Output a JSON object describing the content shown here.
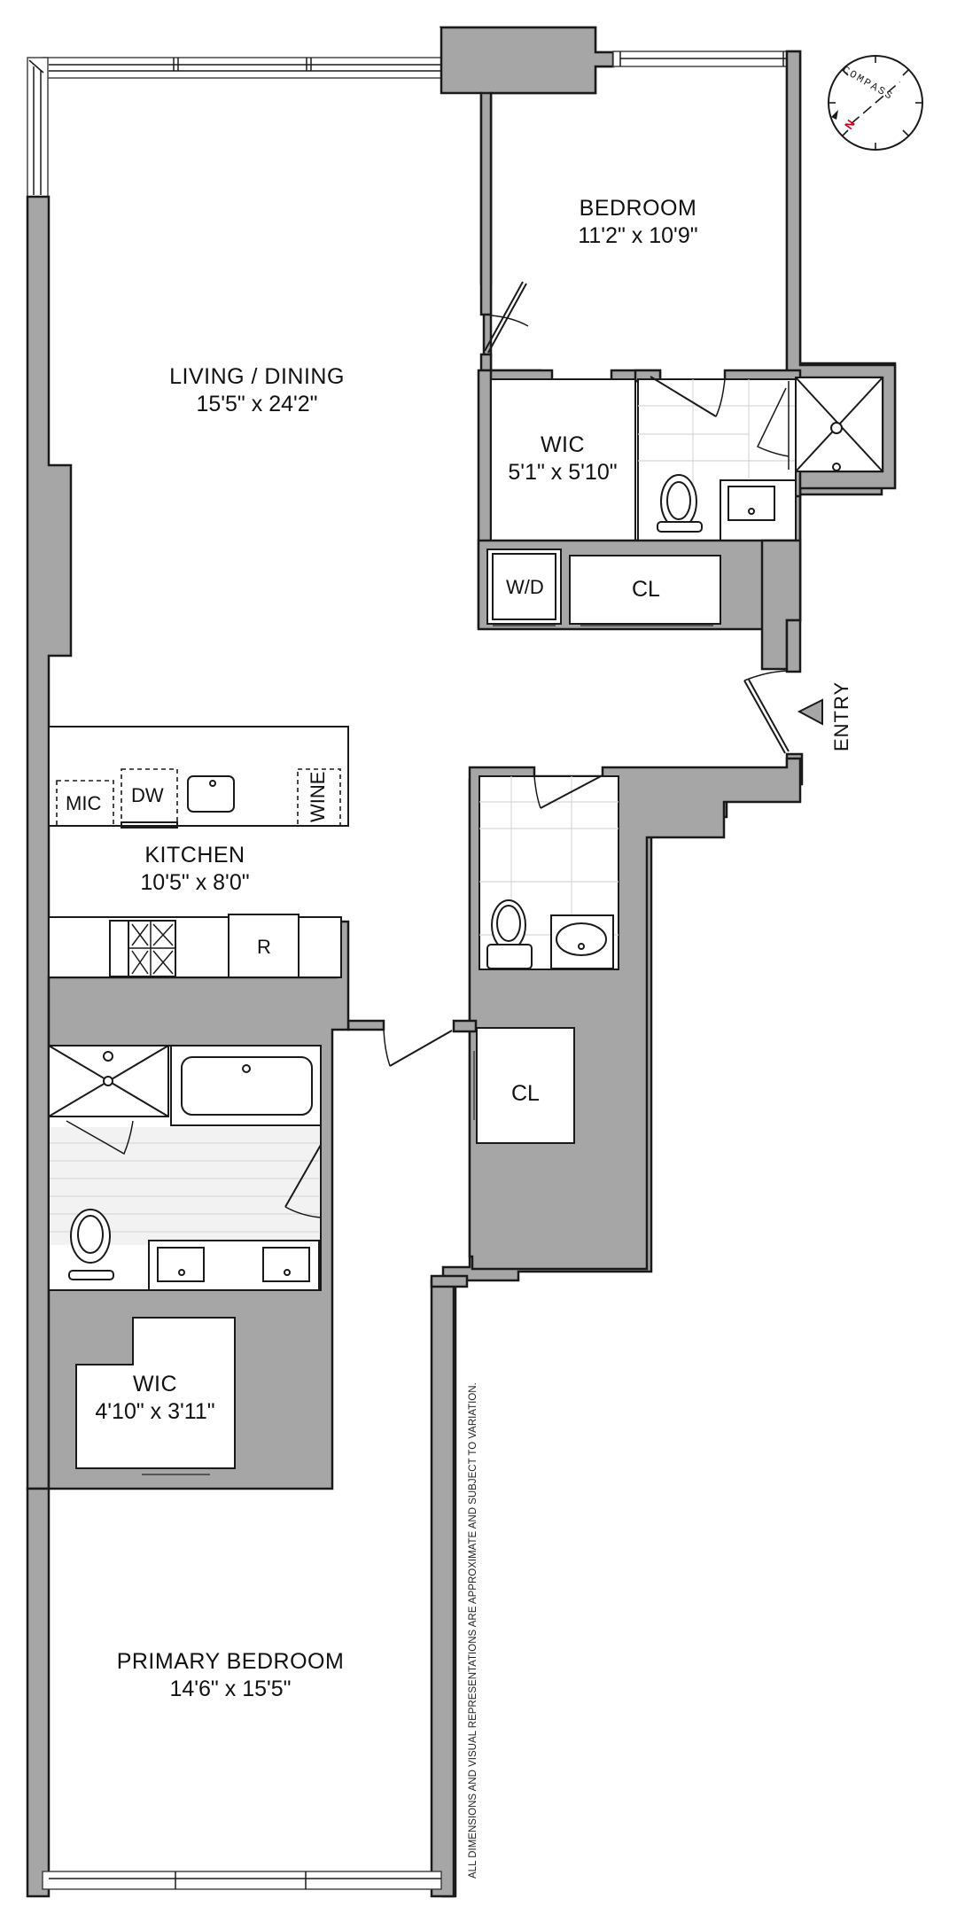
{
  "floorplan": {
    "rooms": [
      {
        "id": "living-dining",
        "name": "LIVING / DINING",
        "dimensions": "15'5\" x 24'2\""
      },
      {
        "id": "bedroom",
        "name": "BEDROOM",
        "dimensions": "11'2\" x 10'9\""
      },
      {
        "id": "wic-1",
        "name": "WIC",
        "dimensions": "5'1\" x 5'10\""
      },
      {
        "id": "kitchen",
        "name": "KITCHEN",
        "dimensions": "10'5\" x 8'0\""
      },
      {
        "id": "wic-2",
        "name": "WIC",
        "dimensions": "4'10\" x 3'11\""
      },
      {
        "id": "primary-bedroom",
        "name": "PRIMARY BEDROOM",
        "dimensions": "14'6\" x 15'5\""
      }
    ],
    "fixtures": {
      "wd": "W/D",
      "closet_1": "CL",
      "closet_2": "CL",
      "microwave": "MIC",
      "dishwasher": "DW",
      "wine": "WINE",
      "refrigerator": "R"
    },
    "entry_label": "ENTRY",
    "compass": {
      "label": "COMPASS",
      "north": "N",
      "north_color": "#d0021b"
    },
    "disclaimer": "ALL DIMENSIONS AND VISUAL REPRESENTATIONS ARE APPROXIMATE AND SUBJECT TO VARIATION.",
    "colors": {
      "wall": "#a6a6a6",
      "outline": "#1a1a1a",
      "background": "#ffffff",
      "tile": "#d8d8d8"
    }
  }
}
